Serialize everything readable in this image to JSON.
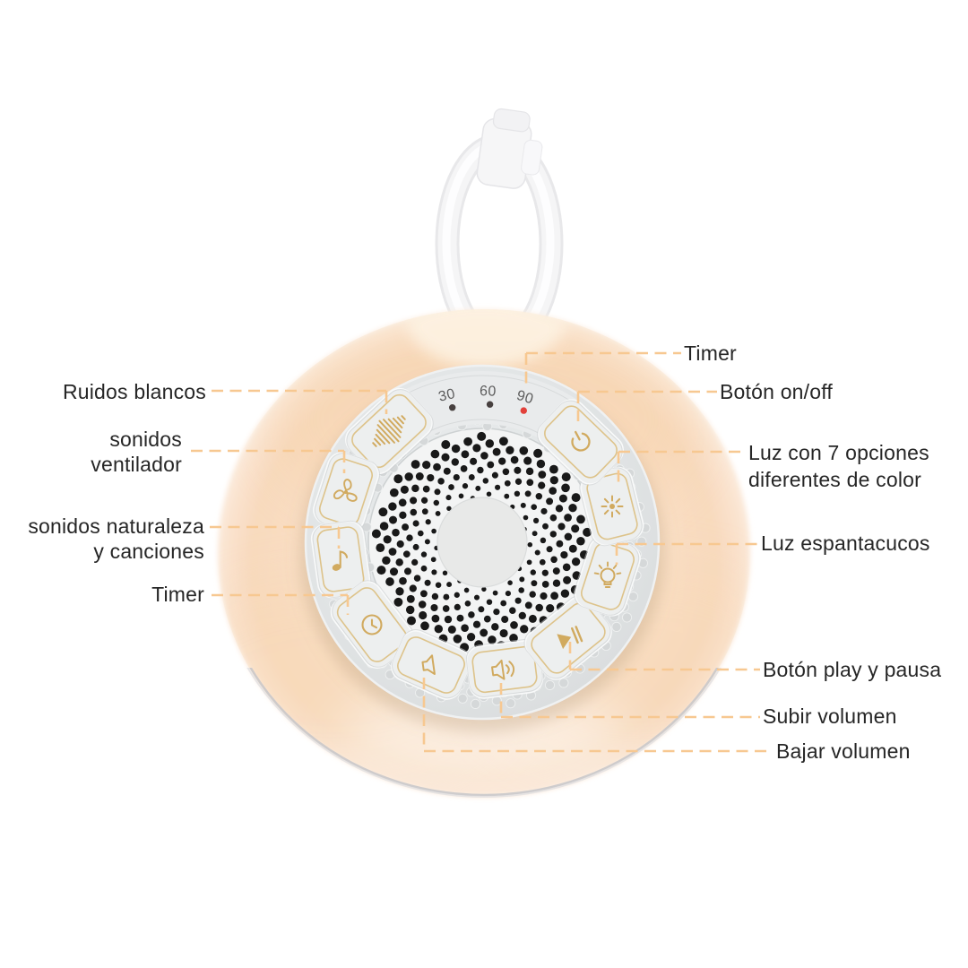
{
  "image": {
    "kind": "product-feature-diagram",
    "language": "es"
  },
  "device": {
    "timer_panel": {
      "marks": [
        {
          "label": "30",
          "led": "dark"
        },
        {
          "label": "60",
          "led": "dark"
        },
        {
          "label": "90",
          "led": "red"
        }
      ]
    },
    "buttons": [
      {
        "id": "white-noise",
        "icon": "sound-wave-icon"
      },
      {
        "id": "fan-sounds",
        "icon": "fan-icon"
      },
      {
        "id": "nature-music",
        "icon": "music-note-icon"
      },
      {
        "id": "timer",
        "icon": "clock-icon"
      },
      {
        "id": "volume-down",
        "icon": "speaker-quiet-icon"
      },
      {
        "id": "volume-up",
        "icon": "speaker-loud-icon"
      },
      {
        "id": "play-pause",
        "icon": "play-pause-icon"
      },
      {
        "id": "night-light",
        "icon": "lightbulb-icon"
      },
      {
        "id": "color-light",
        "icon": "sun-icon"
      },
      {
        "id": "power",
        "icon": "power-icon"
      }
    ]
  },
  "callouts": {
    "ruidos": {
      "text": "Ruidos blancos"
    },
    "ventilador": {
      "line1": "sonidos",
      "line2": "ventilador"
    },
    "naturaleza": {
      "line1": "sonidos naturaleza",
      "line2": "y canciones"
    },
    "timer_left": {
      "text": "Timer"
    },
    "timer_right": {
      "text": "Timer"
    },
    "onoff": {
      "text": "Botón on/off"
    },
    "luz7": {
      "line1": "Luz con 7 opciones",
      "line2": "diferentes de color"
    },
    "espantacucos": {
      "text": "Luz espantacucos"
    },
    "play": {
      "text": "Botón play y pausa"
    },
    "subir": {
      "text": "Subir volumen"
    },
    "bajar": {
      "text": "Bajar volumen"
    }
  },
  "colors": {
    "glow_peach": "#f9dcc0",
    "accent_gold": "#d1aa5f",
    "dashed_line": "#f7c891",
    "label_text": "#262626",
    "panel_gray": "#dfe2e3",
    "button_fill": "#edefef",
    "grille_white": "#f3f4f4",
    "hole_black": "#191919",
    "led_red": "#e2403a",
    "led_dark": "#47403f",
    "mark_text": "#5c5c5c"
  }
}
